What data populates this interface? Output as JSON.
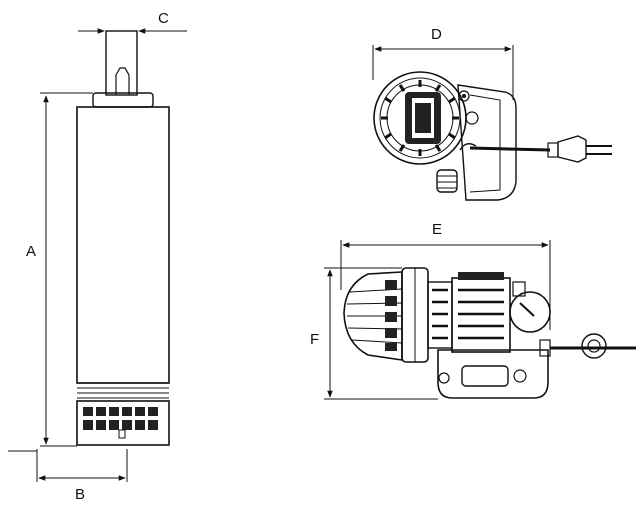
{
  "dimensions": {
    "a": "A",
    "b": "B",
    "c": "C",
    "d": "D",
    "e": "E",
    "f": "F"
  },
  "colors": {
    "line": "#111111",
    "background": "#ffffff",
    "dark_fill": "#222222",
    "light_fill": "#ffffff"
  }
}
